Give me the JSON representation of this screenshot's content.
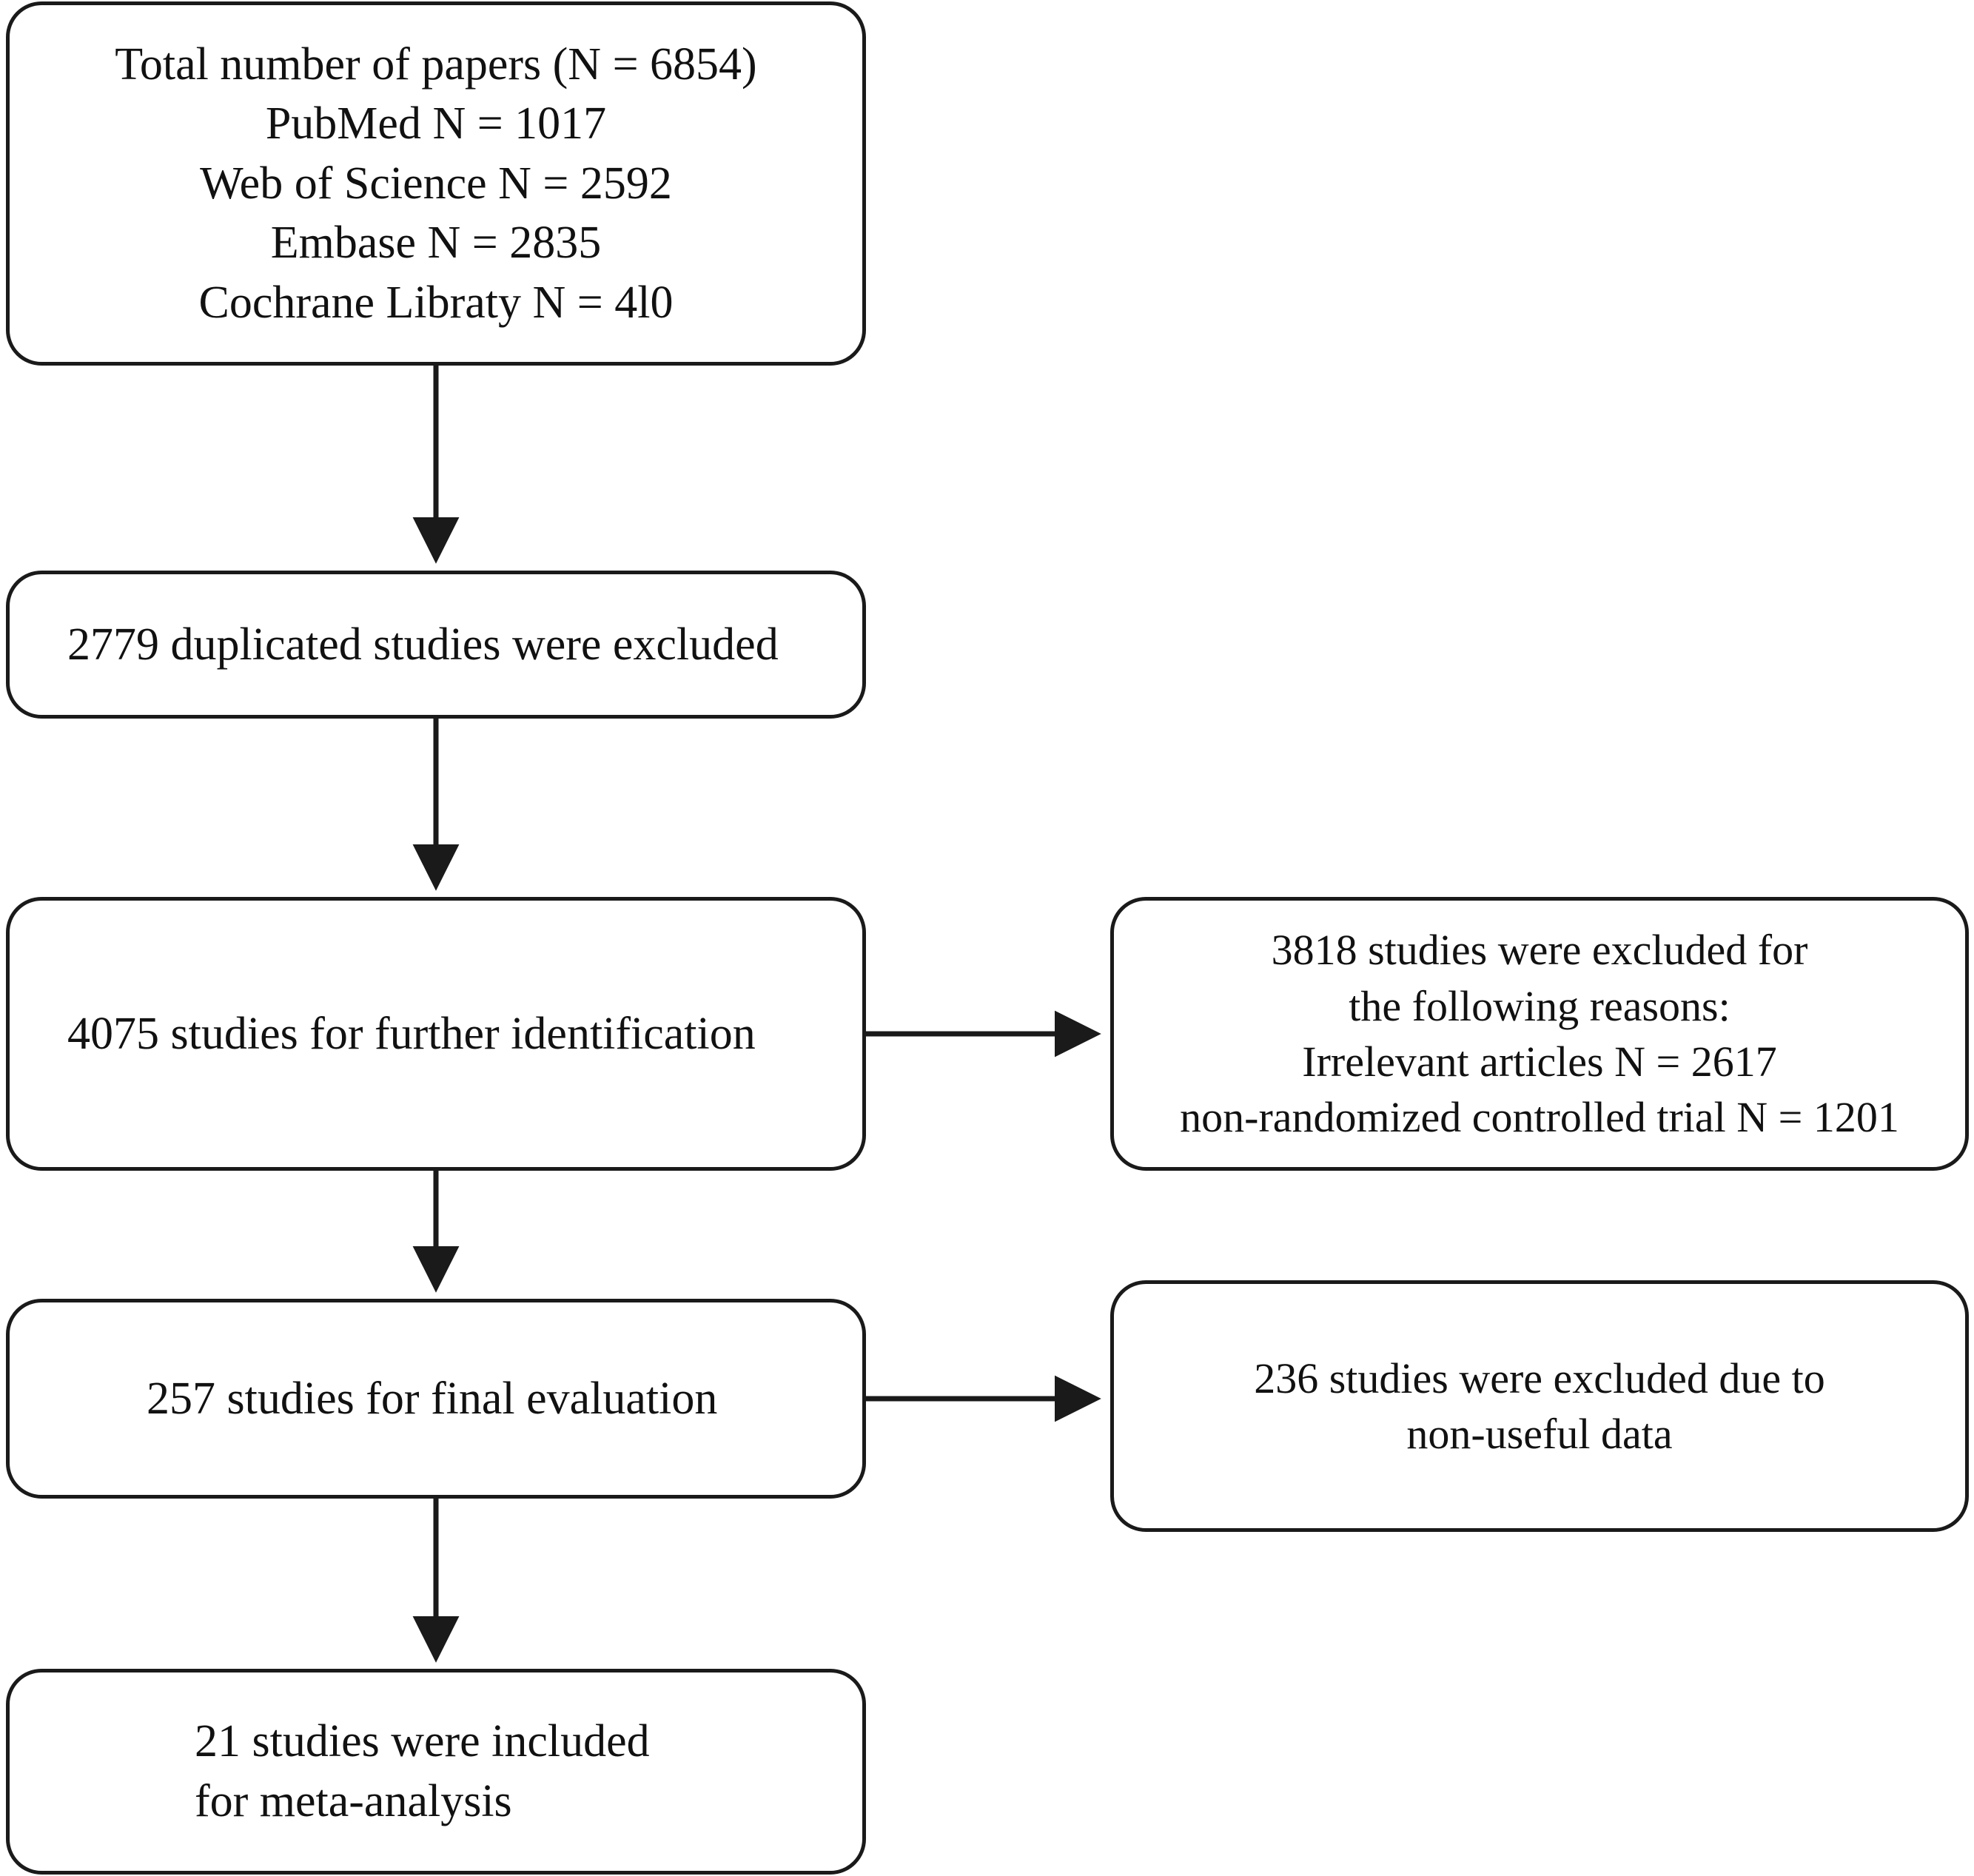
{
  "diagram": {
    "title": "PRISMA study selection flow diagram",
    "type": "flowchart",
    "stroke_color": "#1a1a1a",
    "background_color": "#ffffff",
    "nodes": [
      {
        "id": "sources",
        "lines": [
          "Total number of papers (N = 6854)",
          "PubMed N = 1017",
          "Web of Science N = 2592",
          "Embase N = 2835",
          "Cochrane Libraty N = 4l0"
        ]
      },
      {
        "id": "duplicates",
        "lines": [
          "2779 duplicated studies were excluded"
        ]
      },
      {
        "id": "identification",
        "lines": [
          "4075 studies for further identification"
        ]
      },
      {
        "id": "excluded_reasons",
        "lines": [
          "3818 studies were excluded for",
          "the following reasons:",
          "Irrelevant articles N = 2617",
          "non-randomized controlled trial N = 1201"
        ]
      },
      {
        "id": "final_evaluation",
        "lines": [
          "257 studies for final evaluation"
        ]
      },
      {
        "id": "excluded_data",
        "lines": [
          "236 studies were excluded due to",
          "non-useful data"
        ]
      },
      {
        "id": "included",
        "lines": [
          "21 studies were included",
          "for meta-analysis"
        ]
      }
    ],
    "edges": [
      {
        "from": "sources",
        "to": "duplicates",
        "direction": "down"
      },
      {
        "from": "duplicates",
        "to": "identification",
        "direction": "down"
      },
      {
        "from": "identification",
        "to": "excluded_reasons",
        "direction": "right"
      },
      {
        "from": "identification",
        "to": "final_evaluation",
        "direction": "down"
      },
      {
        "from": "final_evaluation",
        "to": "excluded_data",
        "direction": "right"
      },
      {
        "from": "final_evaluation",
        "to": "included",
        "direction": "down"
      }
    ]
  }
}
